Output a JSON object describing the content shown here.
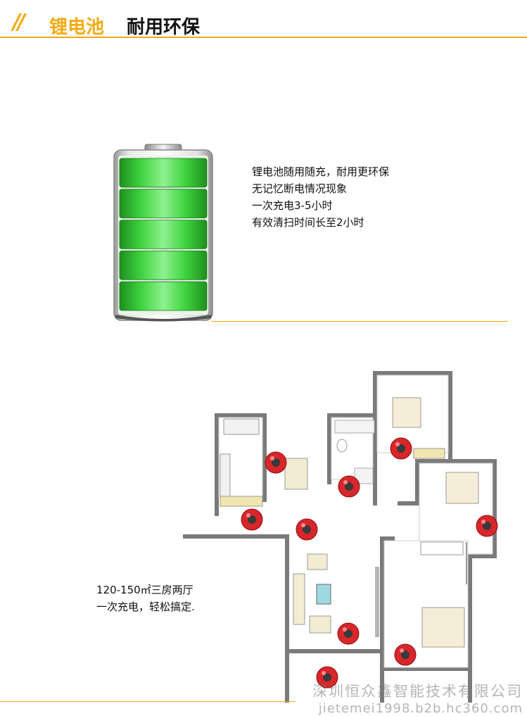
{
  "header": {
    "slashes": "//",
    "title_highlight": "锂电池",
    "title_main": "耐用环保"
  },
  "battery_section": {
    "lines": [
      "锂电池随用随充，耐用更环保",
      "无记忆断电情况现象",
      "一次充电3-5小时",
      "有效清扫时间长至2小时"
    ],
    "battery_level": 1.0
  },
  "floorplan_section": {
    "lines": [
      "120-150㎡三房两厅",
      "一次充电，轻松搞定."
    ]
  },
  "watermark": {
    "company": "深圳恒众鑫智能技术有限公司",
    "url": "jietemei1998.b2b.hc360.com"
  },
  "colors": {
    "accent": "#f3a90f",
    "battery_green": "#2fc02f",
    "robot_red": "#d8262b"
  }
}
